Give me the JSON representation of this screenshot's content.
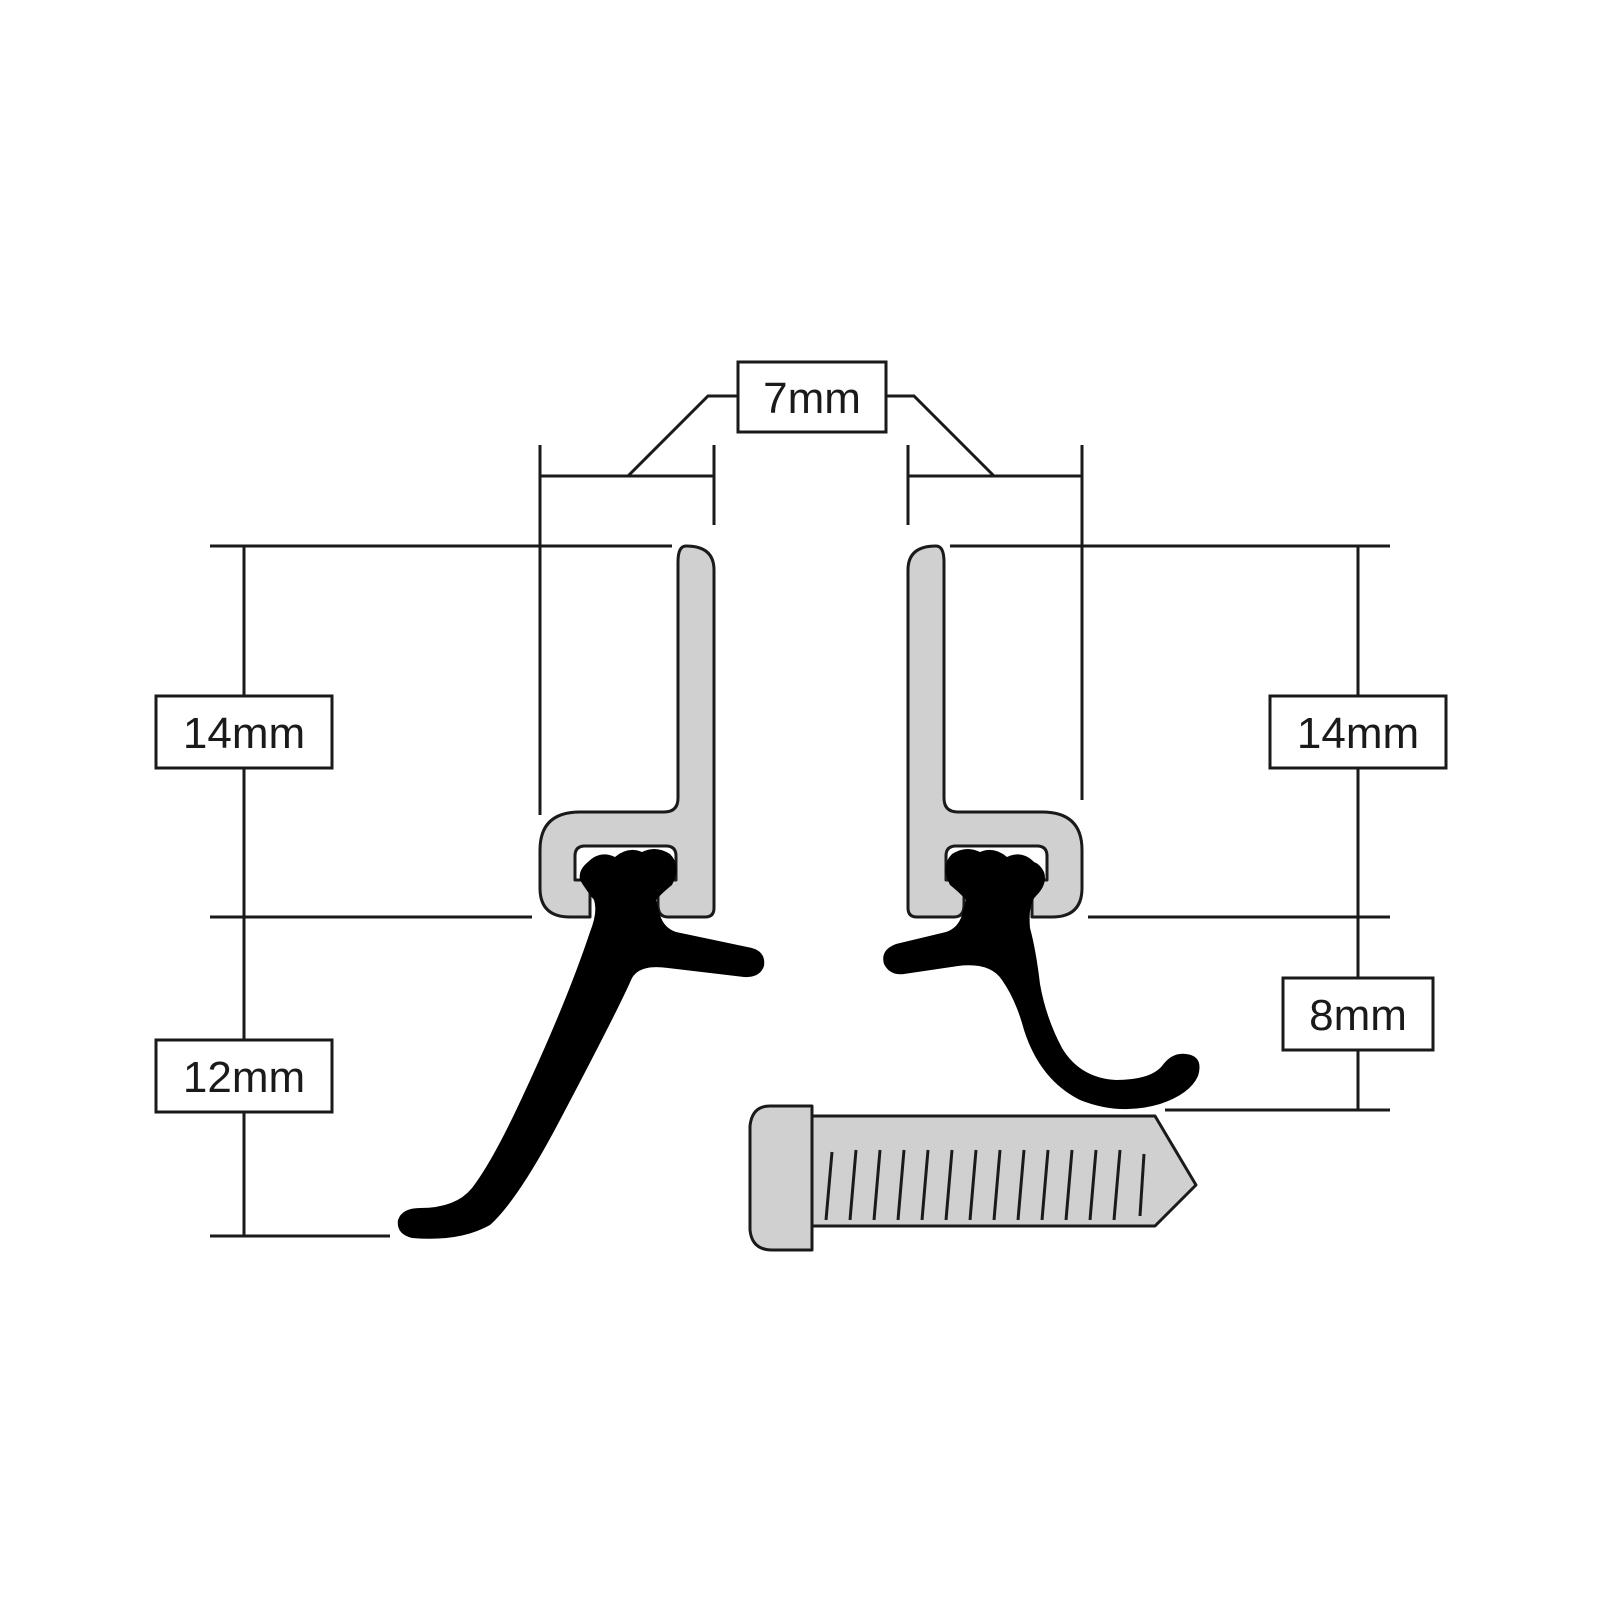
{
  "labels": {
    "top_width": "7mm",
    "left_profile_height": "14mm",
    "left_seal_height": "12mm",
    "right_profile_height": "14mm",
    "right_seal_height": "8mm"
  },
  "colors": {
    "profile_fill": "#d0d0d0",
    "seal_fill": "#000000",
    "outline": "#1a1a1a",
    "background": "#ffffff"
  },
  "icons": {
    "screw": "screw-icon"
  }
}
